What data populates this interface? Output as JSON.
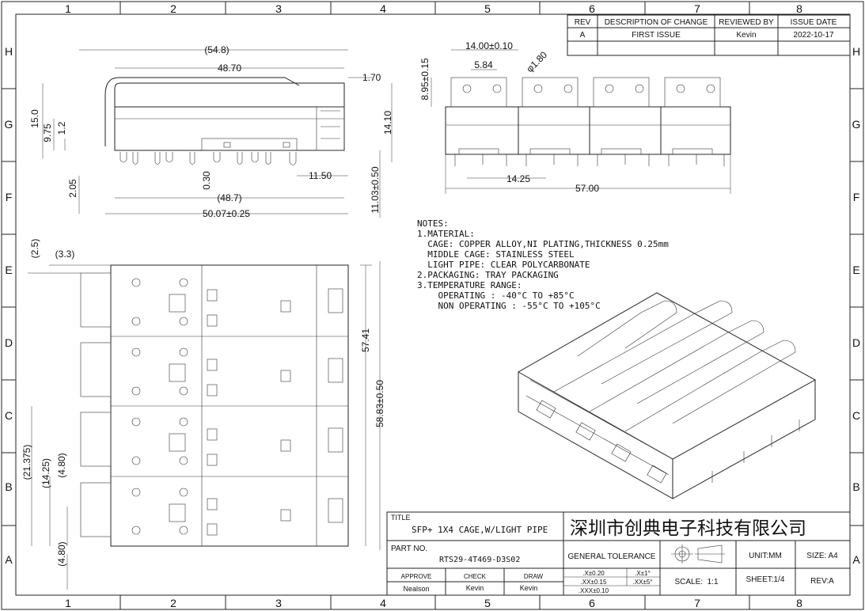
{
  "grid": {
    "columns": [
      "1",
      "2",
      "3",
      "4",
      "5",
      "6",
      "7",
      "8"
    ],
    "rows": [
      "H",
      "G",
      "F",
      "E",
      "D",
      "C",
      "B",
      "A"
    ]
  },
  "revision_table": {
    "headers": [
      "REV",
      "DESCRIPTION OF CHANGE",
      "REVIEWED BY",
      "ISSUE DATE"
    ],
    "rows": [
      [
        "A",
        "FIRST ISSUE",
        "Kevin",
        "2022-10-17"
      ]
    ]
  },
  "side_view": {
    "dims": [
      "(54.8)",
      "48.70",
      "1.70",
      "15.0",
      "9.75",
      "1.2",
      "14.10",
      "0.30",
      "11.50",
      "2.05",
      "(48.7)",
      "11.03±0.50",
      "50.07±0.25"
    ]
  },
  "front_view": {
    "dims": [
      "14.00±0.10",
      "5.84",
      "φ1.80",
      "8.95±0.15",
      "14.25",
      "57.00"
    ]
  },
  "top_view": {
    "dims": [
      "(2.5)",
      "(3.3)",
      "57.41",
      "58.83±0.50",
      "(21.375)",
      "(14.25)",
      "(4.80)",
      "(4.80)"
    ]
  },
  "notes": [
    "NOTES:",
    "1.MATERIAL:",
    "  CAGE: COPPER ALLOY,NI PLATING,THICKNESS 0.25mm",
    "  MIDDLE CAGE: STAINLESS STEEL",
    "  LIGHT PIPE: CLEAR POLYCARBONATE",
    "2.PACKAGING: TRAY PACKAGING",
    "3.TEMPERATURE RANGE:",
    "    OPERATING : -40°C TO +85°C",
    "    NON OPERATING : -55°C TO +105°C"
  ],
  "title_block": {
    "title_label": "TITLE",
    "title_value": "SFP+ 1X4 CAGE,W/LIGHT PIPE",
    "company": "深圳市创典电子科技有限公司",
    "part_no_label": "PART NO.",
    "part_no": "RTS29-4T469-D3S02",
    "general_tolerance": "GENERAL TOLERANCE",
    "unit": "UNIT:MM",
    "size": "SIZE: A4",
    "approve_label": "APPROVE",
    "check_label": "CHECK",
    "draw_label": "DRAW",
    "approve_name": "Nealson",
    "check_name": "Kevin",
    "draw_name": "Kevin",
    "tol_x": ".X±0.20",
    "tol_xx": ".XX±0.15",
    "tol_xxx": ".XXX±0.10",
    "tol_ang1": ".X±1°",
    "tol_ang2": ".XX±5°",
    "scale": "SCALE:  1:1",
    "sheet": "SHEET:1/4",
    "rev": "REV:A"
  }
}
